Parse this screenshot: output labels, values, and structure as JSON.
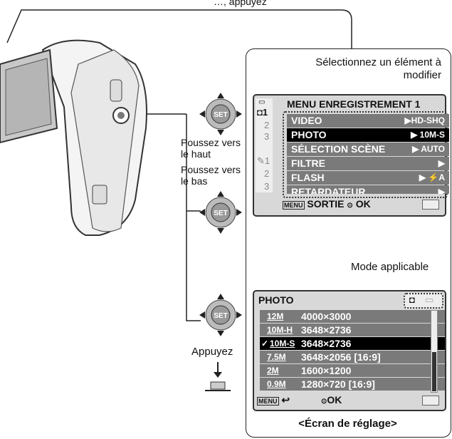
{
  "instructions": {
    "top_caption": "…, appuyez",
    "select_item": "Sélectionnez un élément à modifier",
    "push_up": "Poussez vers le haut",
    "push_down": "Poussez vers le bas",
    "press": "Appuyez",
    "applicable_mode": "Mode applicable",
    "settings_screen": "<Écran de réglage>"
  },
  "dial": {
    "button_label": "SET"
  },
  "menu": {
    "title": "MENU ENREGISTREMENT 1",
    "tabs_group1": [
      "1",
      "2",
      "3"
    ],
    "tabs_group2": [
      "1",
      "2",
      "3"
    ],
    "items": [
      {
        "label": "VIDEO",
        "value": "▶HD-SHQ"
      },
      {
        "label": "PHOTO",
        "value": "▶ 10M-S"
      },
      {
        "label": "SÉLECTION SCÈNE",
        "value": "▶ AUTO"
      },
      {
        "label": "FILTRE",
        "value": "▶"
      },
      {
        "label": "FLASH",
        "value": "▶ ⚡A"
      },
      {
        "label": "RETARDATEUR",
        "value": "▶"
      }
    ],
    "footer_menu_key": "MENU",
    "footer_exit": "SORTIE",
    "footer_ok": "OK"
  },
  "photo_screen": {
    "title": "PHOTO",
    "rows": [
      {
        "icon": "12M",
        "text": "4000×3000",
        "selected": false,
        "check": ""
      },
      {
        "icon": "10M-H",
        "text": "3648×2736",
        "selected": false,
        "check": ""
      },
      {
        "icon": "10M-S",
        "text": "3648×2736",
        "selected": true,
        "check": "✓"
      },
      {
        "icon": "7.5M",
        "text": "3648×2056 [16:9]",
        "selected": false,
        "check": ""
      },
      {
        "icon": "2M",
        "text": "1600×1200",
        "selected": false,
        "check": ""
      },
      {
        "icon": "0.9M",
        "text": "1280×720   [16:9]",
        "selected": false,
        "check": ""
      }
    ],
    "footer_menu_key": "MENU",
    "footer_ok": "OK"
  }
}
